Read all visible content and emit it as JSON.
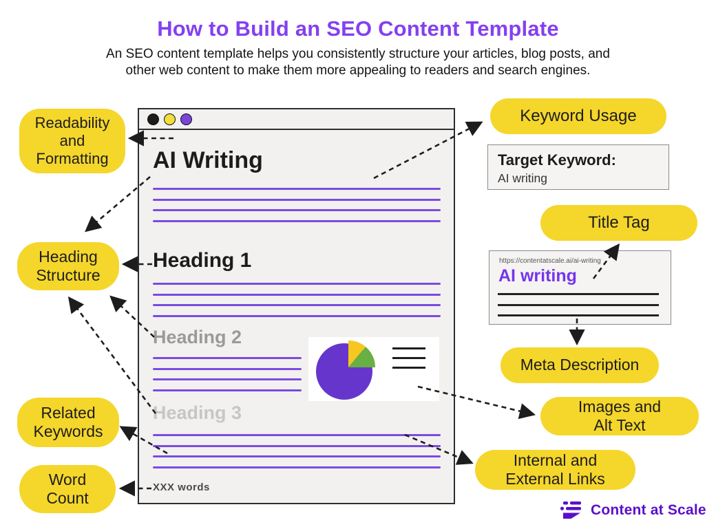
{
  "header": {
    "title": "How to Build an SEO Content Template",
    "subtitle_lines": [
      "An SEO content template helps you consistently structure your articles, blog posts, and",
      "other web content to make them more appealing to readers and search engines."
    ]
  },
  "window": {
    "page_title": "AI Writing",
    "heading1": "Heading 1",
    "heading2": "Heading 2",
    "heading3": "Heading 3",
    "word_count": "XXX words"
  },
  "bubbles": {
    "readability": [
      "Readability",
      "and",
      "Formatting"
    ],
    "heading_structure": [
      "Heading",
      "Structure"
    ],
    "related_keywords": [
      "Related",
      "Keywords"
    ],
    "word_count": [
      "Word",
      "Count"
    ],
    "keyword_usage": [
      "Keyword Usage"
    ],
    "title_tag": [
      "Title Tag"
    ],
    "meta_description": [
      "Meta Description"
    ],
    "images_alt": [
      "Images and",
      "Alt Text"
    ],
    "internal_links": [
      "Internal and",
      "External Links"
    ]
  },
  "target_box": {
    "label": "Target Keyword:",
    "value": "AI writing"
  },
  "serp": {
    "url": "https://contentatscale.ai/ai-writing",
    "title": "AI writing"
  },
  "logo": {
    "text": "Content at Scale"
  },
  "colors": {
    "title_purple": "#8440F0",
    "bubble_yellow": "#F5D62B",
    "body_line_purple": "#7A4BE0",
    "serp_title_purple": "#7634EE",
    "pie_purple": "#6636CC",
    "pie_yellow": "#F6C81F",
    "pie_green": "#68B043",
    "logo_purple": "#5B0FC8",
    "window_bg": "#F2F1EF"
  }
}
